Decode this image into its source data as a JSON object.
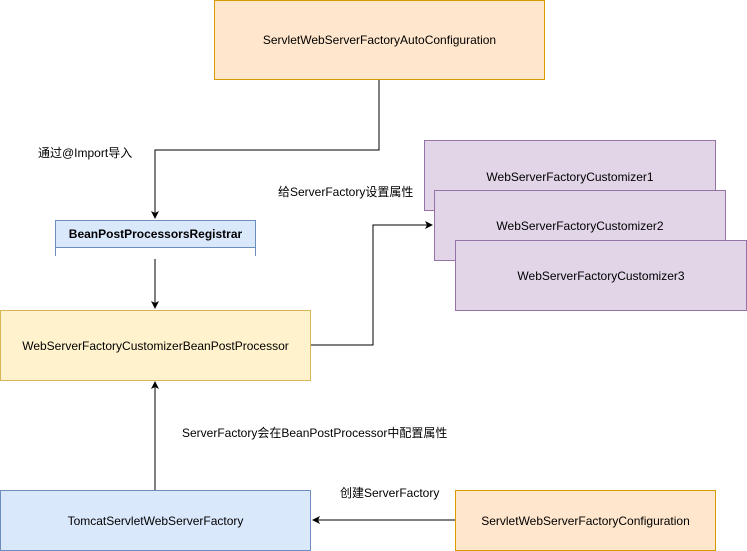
{
  "nodes": {
    "auto_config": "ServletWebServerFactoryAutoConfiguration",
    "registrar": "BeanPostProcessorsRegistrar",
    "customizer_bpp": "WebServerFactoryCustomizerBeanPostProcessor",
    "customizer1": "WebServerFactoryCustomizer1",
    "customizer2": "WebServerFactoryCustomizer2",
    "customizer3": "WebServerFactoryCustomizer3",
    "tomcat_factory": "TomcatServletWebServerFactory",
    "factory_config": "ServletWebServerFactoryConfiguration"
  },
  "edge_labels": {
    "import": "通过@Import导入",
    "set_props": "给ServerFactory设置属性",
    "configure_in_bpp": "ServerFactory会在BeanPostProcessor中配置属性",
    "create_factory": "创建ServerFactory"
  },
  "colors": {
    "orange_fill": "#ffe6cc",
    "orange_stroke": "#d79b00",
    "yellow_fill": "#fff2cc",
    "yellow_stroke": "#d6b656",
    "blue_fill": "#dae8fc",
    "blue_stroke": "#6c8ebf",
    "purple_fill": "#e1d5e7",
    "purple_stroke": "#9673a6"
  }
}
